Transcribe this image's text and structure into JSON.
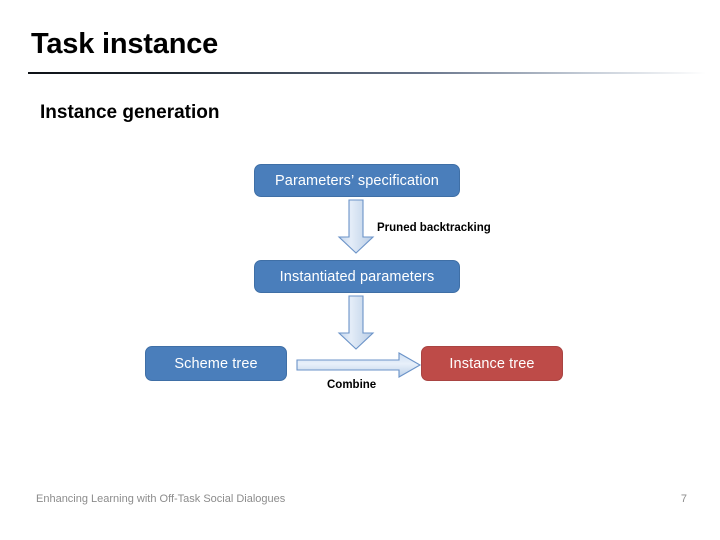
{
  "slide": {
    "title": "Task instance",
    "section_heading": "Instance generation"
  },
  "diagram": {
    "nodes": [
      {
        "id": "parameters-specification",
        "label": "Parameters’ specification",
        "color": "#4a7ebb",
        "shape": "rounded-rect"
      },
      {
        "id": "instantiated-parameters",
        "label": "Instantiated parameters",
        "color": "#4a7ebb",
        "shape": "rounded-rect"
      },
      {
        "id": "scheme-tree",
        "label": "Scheme tree",
        "color": "#4a7ebb",
        "shape": "rounded-rect"
      },
      {
        "id": "instance-tree",
        "label": "Instance tree",
        "color": "#be4b48",
        "shape": "rounded-rect"
      }
    ],
    "edges": [
      {
        "id": "pruned-backtracking",
        "label": "Pruned backtracking",
        "direction": "down",
        "from": "parameters-specification",
        "to": "instantiated-parameters"
      },
      {
        "id": "combine",
        "label": "Combine",
        "direction": "right",
        "from": "scheme-tree",
        "to": "instance-tree"
      },
      {
        "id": "instantiate-down",
        "label": "",
        "direction": "down",
        "from": "instantiated-parameters",
        "to": "combine"
      }
    ],
    "arrow_fill_light": "#dce6f2",
    "arrow_fill_mid": "#b8cce4",
    "arrow_stroke": "#6b93c8"
  },
  "footer": {
    "text": "Enhancing Learning with Off-Task Social Dialogues",
    "page_number": "7"
  }
}
